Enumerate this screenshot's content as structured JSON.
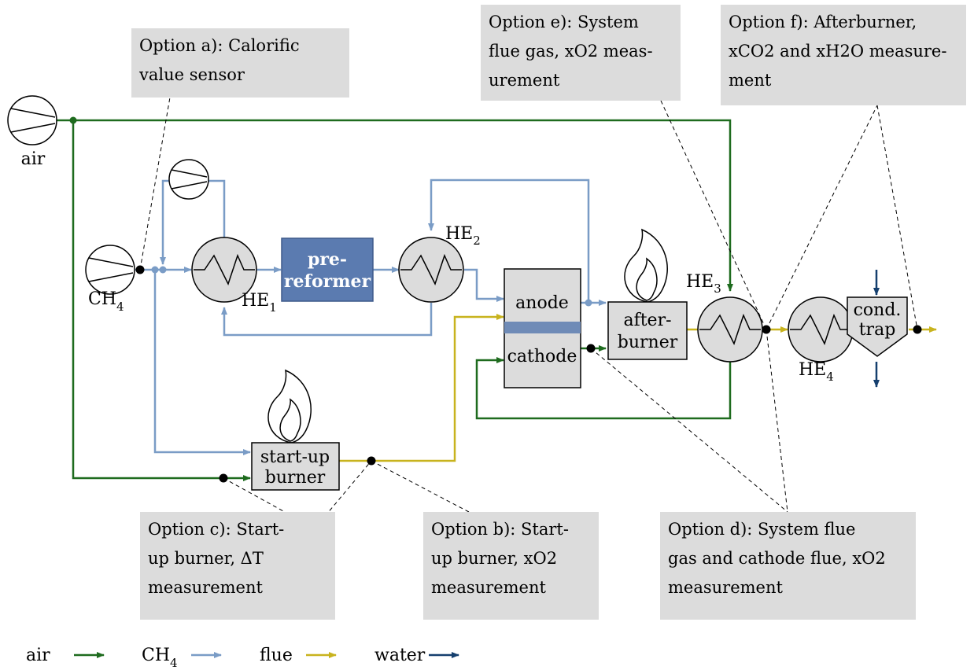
{
  "colors": {
    "air": "#1e6b1e",
    "ch4": "#7a9cc6",
    "flue": "#c8b31e",
    "water": "#153f6e",
    "box": "#dcdcdc",
    "prereformer": "#5b7bb0",
    "membrane": "#6f8bb7"
  },
  "components": {
    "air_label": "air",
    "ch4_label_main": "CH",
    "ch4_label_sub": "4",
    "he1_main": "HE",
    "he1_sub": "1",
    "he2_main": "HE",
    "he2_sub": "2",
    "he3_main": "HE",
    "he3_sub": "3",
    "he4_main": "HE",
    "he4_sub": "4",
    "prereformer_line1": "pre-",
    "prereformer_line2": "reformer",
    "anode": "anode",
    "cathode": "cathode",
    "afterburner_line1": "after-",
    "afterburner_line2": "burner",
    "startup_line1": "start-up",
    "startup_line2": "burner",
    "condtrap_line1": "cond.",
    "condtrap_line2": "trap"
  },
  "options": {
    "a": [
      "Option a): Calorific",
      "value sensor"
    ],
    "b": [
      "Option b): Start-",
      "up burner, xO2",
      "measurement"
    ],
    "c": [
      "Option c): Start-",
      "up burner, ΔT",
      "measurement"
    ],
    "d": [
      "Option d): System flue",
      "gas and cathode flue, xO2",
      "measurement"
    ],
    "e": [
      "Option e): System",
      "flue gas, xO2 meas-",
      "urement"
    ],
    "f": [
      "Option f): Afterburner,",
      "xCO2 and xH2O measure-",
      "ment"
    ]
  },
  "legend": {
    "air": "air",
    "ch4_main": "CH",
    "ch4_sub": "4",
    "flue": "flue",
    "water": "water"
  }
}
